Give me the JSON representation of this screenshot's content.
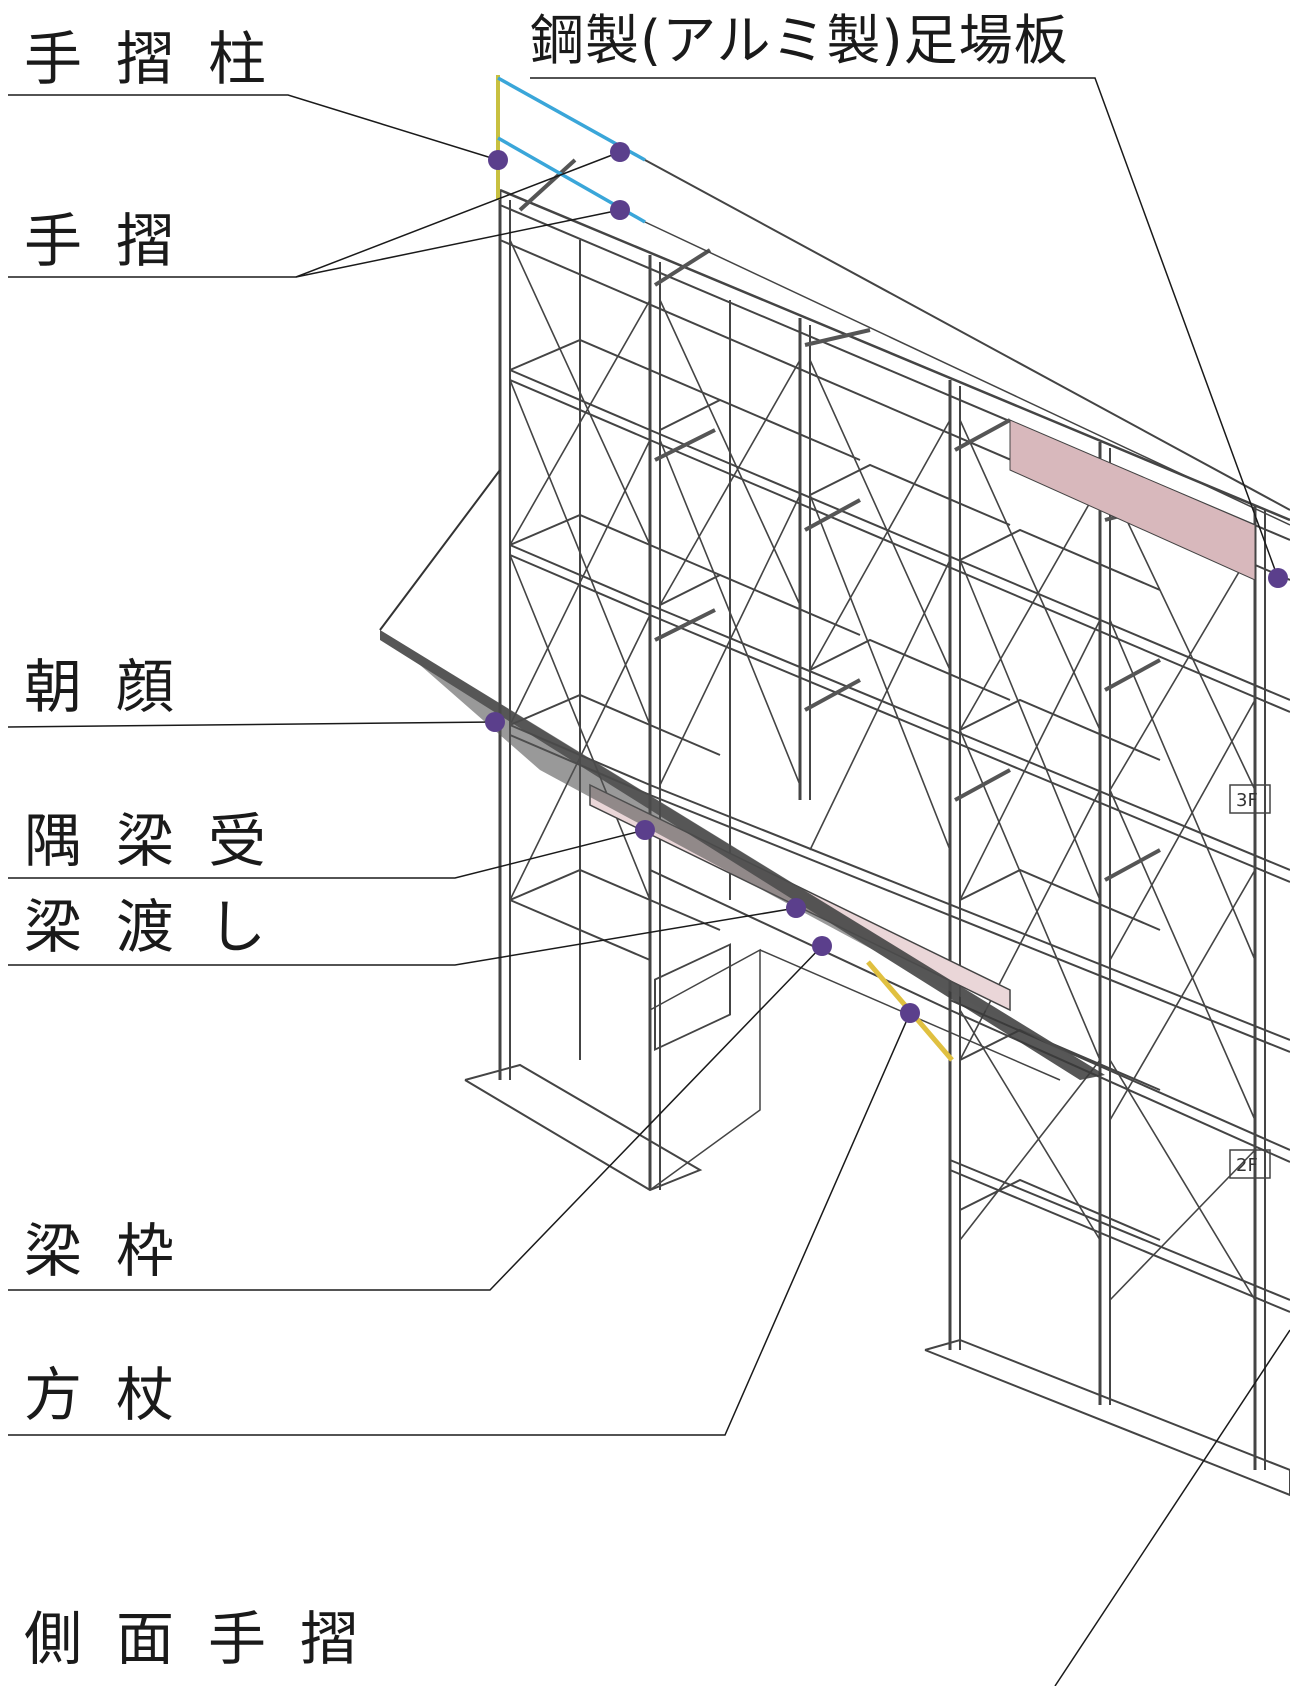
{
  "labels": {
    "teshuri_bashira": "手摺柱",
    "teshuri": "手摺",
    "asagao": "朝顔",
    "sumi_hariuke": "隅梁受",
    "hari_watashi": "梁渡し",
    "harawaku": "梁枠",
    "houzue": "方杖",
    "sokumen_teshuri": "側面手摺",
    "ashibaita": "鋼製(アルミ製)足場板"
  },
  "floor_marks": [
    "3F",
    "2F"
  ],
  "colors": {
    "marker": "#5b3f8c",
    "line": "#1a1a1a",
    "rail_blue": "#3aa6d9",
    "post_yellow": "#c8c040",
    "brace_yellow": "#e0c040",
    "beam_pink": "#ead6d8",
    "plank_pink": "#d8b8bc",
    "net": "#3a3a3a",
    "scaffold": "#444444"
  }
}
